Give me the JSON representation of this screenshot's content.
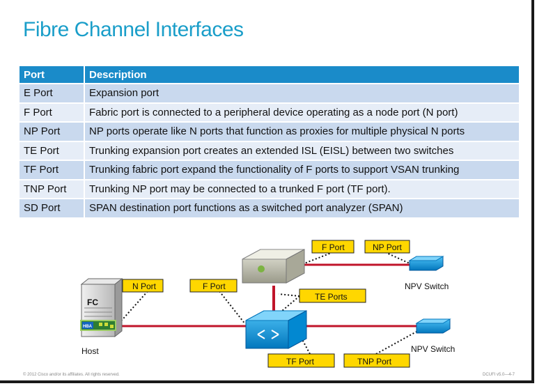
{
  "title": "Fibre Channel Interfaces",
  "table": {
    "headers": [
      "Port",
      "Description"
    ],
    "rows": [
      {
        "port": "E Port",
        "description": "Expansion port"
      },
      {
        "port": "F Port",
        "description": "Fabric port is connected to a peripheral device operating as a node port (N port)"
      },
      {
        "port": "NP Port",
        "description": "NP ports operate like N ports that function as proxies for multiple physical N ports"
      },
      {
        "port": "TE Port",
        "description": "Trunking expansion port creates an extended ISL (EISL) between two switches"
      },
      {
        "port": "TF Port",
        "description": "Trunking fabric port expand the functionality of F ports to support VSAN trunking"
      },
      {
        "port": "TNP Port",
        "description": "Trunking NP port may be connected to a trunked F port (TF port)."
      },
      {
        "port": "SD Port",
        "description": "SPAN destination port functions as a switched port analyzer (SPAN)"
      }
    ]
  },
  "diagram": {
    "callouts": {
      "n_port": "N Port",
      "f_port_left": "F Port",
      "f_port_top": "F Port",
      "np_port": "NP Port",
      "te_ports": "TE Ports",
      "tf_port": "TF Port",
      "tnp_port": "TNP Port"
    },
    "host_label": "Host",
    "host_fc": "FC",
    "hba_label": "HBA",
    "npv_switch_top": "NPV Switch",
    "npv_switch_bottom": "NPV Switch",
    "callout_color": "#ffd700",
    "link_color": "#c0142a"
  },
  "footer": {
    "copyright": "© 2012 Cisco and/or its affiliates. All rights reserved.",
    "course_code": "DCUFI v5.0—4-7"
  }
}
